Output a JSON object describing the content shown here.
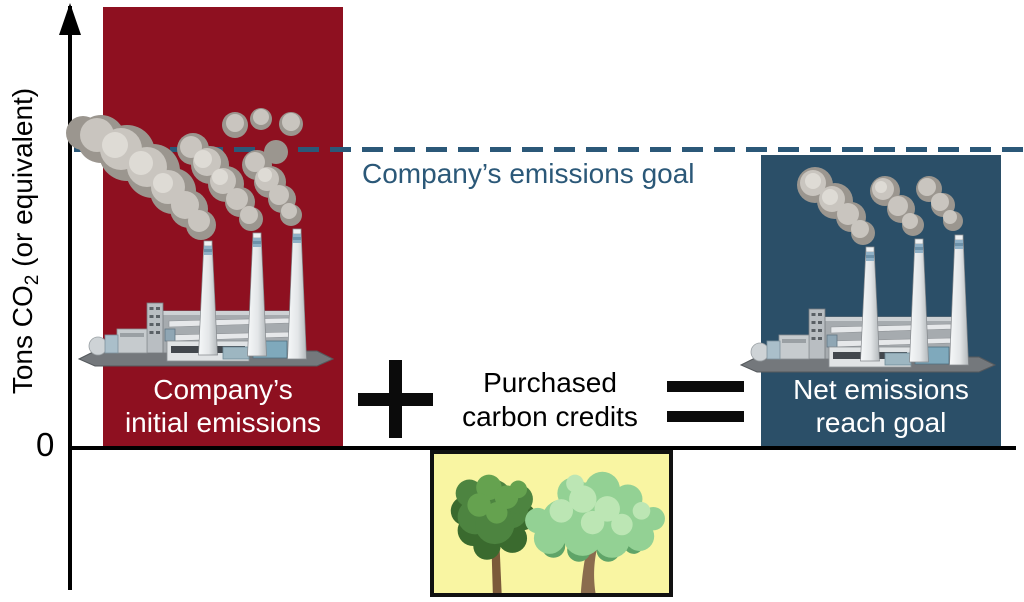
{
  "y_axis": {
    "label_prefix": "Tons CO",
    "label_subscript": "2",
    "label_suffix": " (or equivalent)",
    "origin_tick": "0"
  },
  "goal": {
    "label": "Company’s emissions goal"
  },
  "bars": {
    "initial": {
      "line1": "Company’s",
      "line2": "initial emissions"
    },
    "net": {
      "line1": "Net emissions",
      "line2": "reach goal"
    }
  },
  "credits": {
    "line1": "Purchased",
    "line2": "carbon credits"
  },
  "operators": {
    "plus": "+",
    "equals": "="
  },
  "icons": {
    "axis_arrow": "up-arrow-icon",
    "factory": "factory-smokestacks-icon",
    "trees": "trees-icon"
  },
  "colors": {
    "bar_initial": "#8e1020",
    "bar_net": "#2b4f68",
    "goal_line": "#2b5878",
    "credit_box_bg": "#f9f5a2",
    "axis": "#000000",
    "label_on_bars": "#ffffff"
  }
}
